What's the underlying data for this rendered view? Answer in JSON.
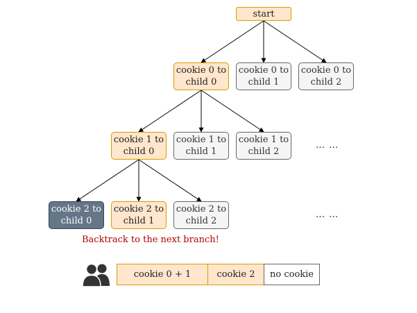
{
  "colors": {
    "orange_fill": "#ffe6cc",
    "orange_border": "#d79b00",
    "gray_fill": "#f5f5f5",
    "gray_border": "#666666",
    "dark_fill": "#647687",
    "note_color": "#b20000"
  },
  "tree": {
    "root": "start",
    "level1": [
      "cookie 0 to child 0",
      "cookie 0 to child 1",
      "cookie 0 to child 2"
    ],
    "level2": [
      "cookie 1 to child 0",
      "cookie 1 to child 1",
      "cookie 1 to child 2"
    ],
    "level3": [
      "cookie 2 to child 0",
      "cookie 2 to child 1",
      "cookie 2 to child 2"
    ],
    "ellipsis": "… …"
  },
  "note": "Backtrack to the next branch!",
  "assignment": {
    "icon": "users-icon",
    "cells": [
      "cookie 0 + 1",
      "cookie 2",
      "no cookie"
    ]
  }
}
